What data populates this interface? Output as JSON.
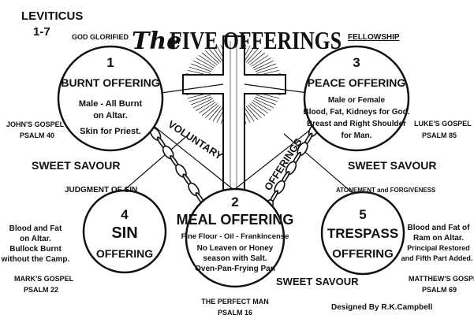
{
  "header": {
    "book": "LEVITICUS",
    "chapters": "1-7",
    "title_script": "The",
    "title_main": "FIVE OFFERINGS"
  },
  "offerings": [
    {
      "number": "1",
      "name": "BURNT OFFERING",
      "lines": [
        "Male - All Burnt",
        "on Altar.",
        "Skin for Priest."
      ],
      "heading": "GOD GLORIFIED",
      "side_ref": [
        "JOHN'S GOSPEL",
        "PSALM 40"
      ],
      "savour": "SWEET SAVOUR"
    },
    {
      "number": "2",
      "name": "MEAL OFFERING",
      "lines": [
        "Fine Flour - Oil - Frankincense",
        "No Leaven or Honey",
        "season with Salt.",
        "Oven-Pan-Frying Pan"
      ],
      "bottom_ref": [
        "THE PERFECT MAN",
        "PSALM 16"
      ],
      "savour": "SWEET SAVOUR"
    },
    {
      "number": "3",
      "name": "PEACE OFFERING",
      "lines": [
        "Male or Female",
        "Blood, Fat, Kidneys for God.",
        "Breast and Right Shoulder",
        "for Man."
      ],
      "heading": "FELLOWSHIP",
      "side_ref": [
        "LUKE'S GOSPEL",
        "PSALM 85"
      ],
      "savour": "SWEET SAVOUR"
    },
    {
      "number": "4",
      "name": "SIN",
      "name2": "OFFERING",
      "heading": "JUDGMENT OF SIN",
      "side_lines": [
        "Blood and Fat",
        "on Altar.",
        "Bullock Burnt",
        "without the Camp."
      ],
      "side_ref": [
        "MARK'S GOSPEL",
        "PSALM 22"
      ]
    },
    {
      "number": "5",
      "name": "TRESPASS",
      "name2": "OFFERING",
      "heading": "ATONEMENT and FORGIVENESS",
      "side_lines": [
        "Blood and Fat of",
        "Ram on Altar.",
        "Principal Restored",
        "and Fifth Part Added."
      ],
      "side_ref": [
        "MATTHEW'S GOSPEL",
        "PSALM 69"
      ]
    }
  ],
  "chain_labels": {
    "left": "VOLUNTARY",
    "right": "OFFERINGS"
  },
  "credit": "Designed By R.K.Campbell",
  "colors": {
    "ink": "#111111",
    "paper": "#ffffff"
  }
}
